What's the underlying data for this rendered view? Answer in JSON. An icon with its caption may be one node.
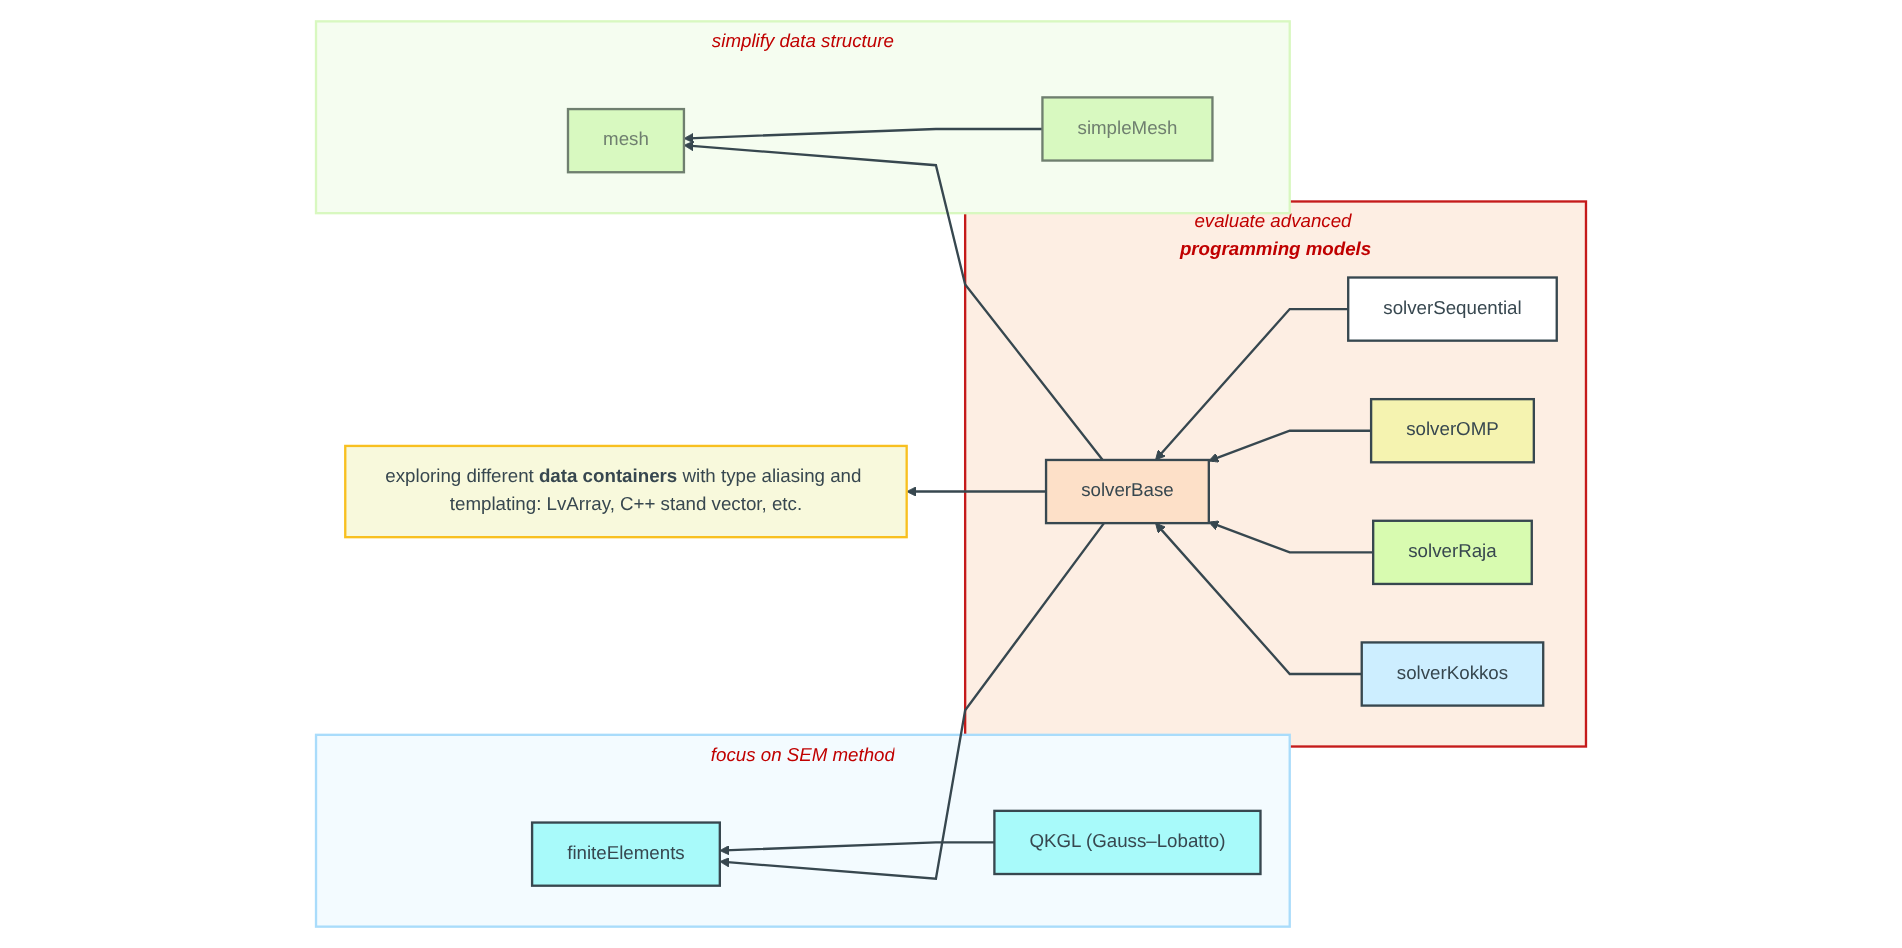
{
  "diagram": {
    "nodes": [
      {
        "text": [
          "focus on SEM method"
        ]
      },
      {
        "text": [
          "finiteElements"
        ],
        "in": 0
      },
      {
        "text": [
          "QKGL (Gauss–Lobatto)"
        ],
        "in": 0
      },
      {
        "text": [
          "simplify data structure"
        ]
      },
      {
        "text": [
          "mesh"
        ],
        "in": 3
      },
      {
        "text": [
          "simpleMesh"
        ],
        "in": 3
      },
      {
        "text": [
          "evaluate advanced **programming models**"
        ]
      },
      {
        "text": [
          "solverBase"
        ],
        "in": 6
      },
      {
        "text": [
          "solverSequential"
        ],
        "in": 6
      },
      {
        "text": [
          "solverOMP"
        ],
        "in": 6
      },
      {
        "text": [
          "solverRaja"
        ],
        "in": 6
      },
      {
        "text": [
          "solverKokkos"
        ],
        "in": 6
      },
      {
        "text": [
          "exploring different **data containers** with type aliasing and templating: LvArray, C++ stand vector, etc."
        ]
      }
    ],
    "edges": [
      {
        "from": 2,
        "to": 1,
        "arrow": "to"
      },
      {
        "from": 5,
        "to": 4,
        "arrow": "to"
      },
      {
        "from": 7,
        "to": 1,
        "arrow": "to"
      },
      {
        "from": 7,
        "to": 4,
        "arrow": "to"
      },
      {
        "from": 8,
        "to": 7,
        "arrow": "to"
      },
      {
        "from": 9,
        "to": 7,
        "arrow": "to"
      },
      {
        "from": 10,
        "to": 7,
        "arrow": "to"
      },
      {
        "from": 11,
        "to": 7,
        "arrow": "to"
      },
      {
        "from": 7,
        "to": 12,
        "arrow": "to"
      }
    ]
  }
}
